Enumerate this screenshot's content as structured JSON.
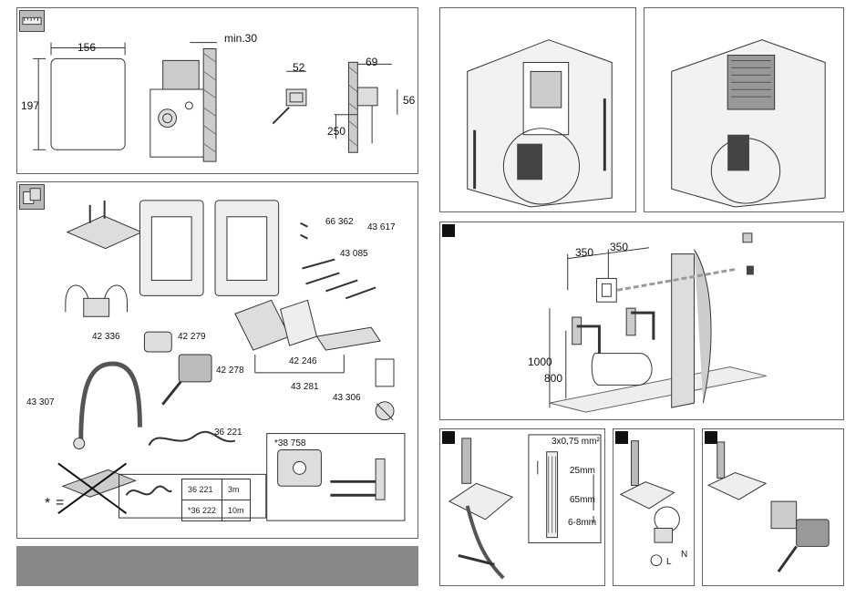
{
  "panel_dimensions": {
    "width": "156",
    "height": "197",
    "min_gap": "min.30",
    "box_w": "52",
    "depth": "69",
    "h56": "56",
    "h250": "250"
  },
  "panel_parts": {
    "p66362": "66 362",
    "p43617": "43 617",
    "p43085": "43 085",
    "p42336": "42 336",
    "p42279": "42 279",
    "p42278": "42 278",
    "p42246": "42 246",
    "p43281": "43 281",
    "p43306": "43 306",
    "p43307": "43 307",
    "p36221": "36 221",
    "p38758": "*38 758",
    "star": "*",
    "equals": "="
  },
  "cable_table": [
    {
      "code": "36 221",
      "length": "3m"
    },
    {
      "code": "*36 222",
      "length": "10m"
    }
  ],
  "install": {
    "d350a": "350",
    "d350b": "350",
    "h1000": "1000",
    "h800": "800"
  },
  "wiring": {
    "spec": "3x0,75 mm²",
    "m25": "25mm",
    "m65": "65mm",
    "m68": "6-8mm",
    "L": "L",
    "N": "N"
  },
  "colors": {
    "frame": "#666666",
    "grey_bar": "#8a8a8a",
    "black_marker": "#111111"
  }
}
